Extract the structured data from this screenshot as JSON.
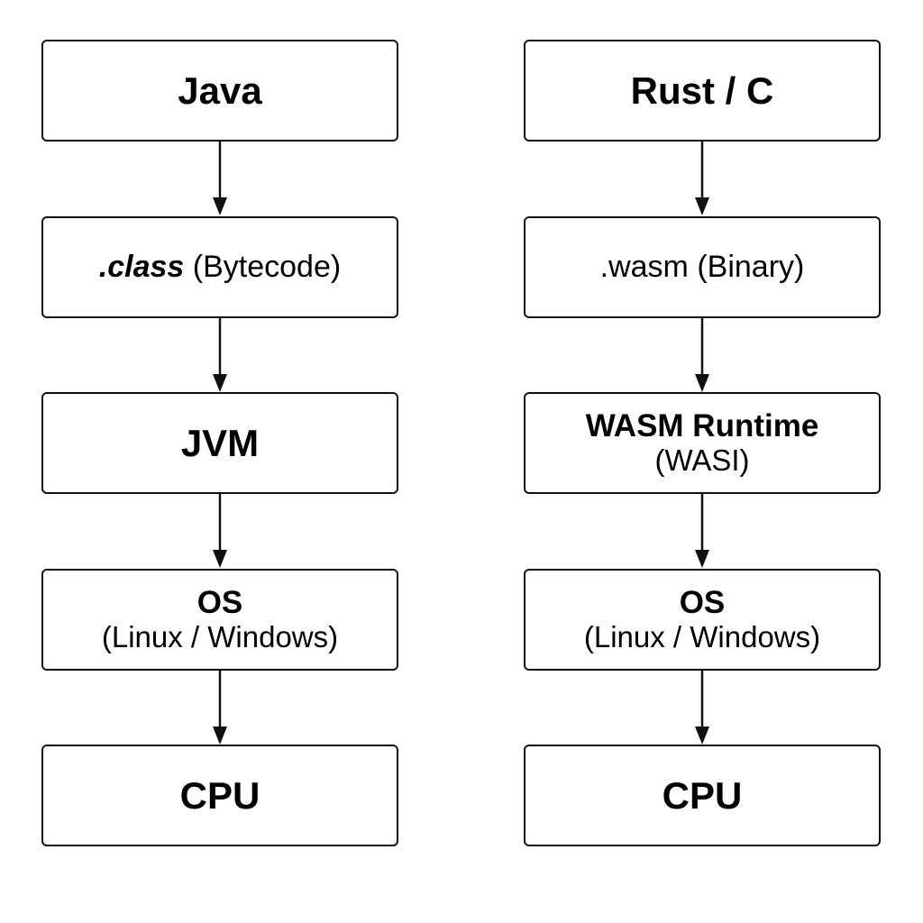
{
  "left_stack": {
    "java": "Java",
    "bytecode_ext": ".class",
    "bytecode_desc": "(Bytecode)",
    "jvm": "JVM",
    "os": "OS",
    "os_desc": "(Linux / Windows)",
    "cpu": "CPU"
  },
  "right_stack": {
    "lang": "Rust / C",
    "binary": ".wasm (Binary)",
    "runtime": "WASM Runtime",
    "runtime_desc": "(WASI)",
    "os": "OS",
    "os_desc": "(Linux / Windows)",
    "cpu": "CPU"
  },
  "colors": {
    "stroke": "#111111",
    "background": "#ffffff",
    "text": "#000000"
  }
}
